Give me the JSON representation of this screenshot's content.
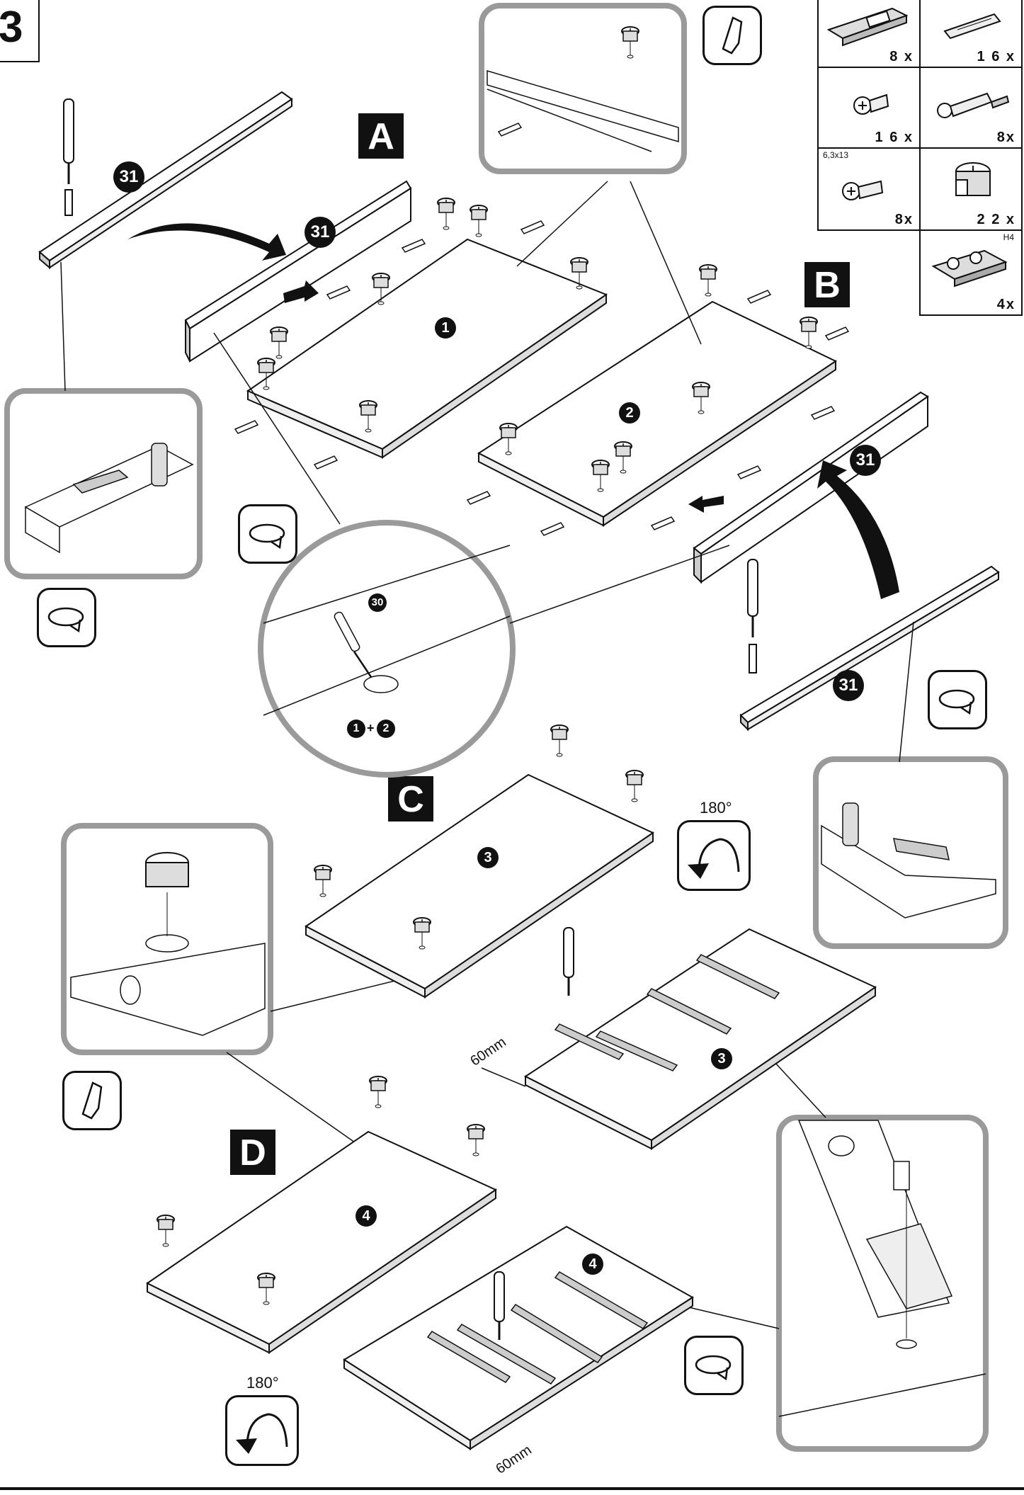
{
  "step": {
    "number": "3"
  },
  "section_labels": {
    "a": "A",
    "b": "B",
    "c": "C",
    "d": "D"
  },
  "panels": {
    "p1": "1",
    "p2": "2",
    "p3": "3",
    "p3b": "3",
    "p4": "4",
    "p4b": "4"
  },
  "part_refs": {
    "side1": "31",
    "side2": "31",
    "side3": "31",
    "side4": "31",
    "small30": "30"
  },
  "combo_label": {
    "first": "1",
    "plus": "+",
    "second": "2"
  },
  "parts": [
    {
      "name": "drawer-runner",
      "qty": "8 x"
    },
    {
      "name": "wooden-dowel",
      "qty": "1 6 x"
    },
    {
      "name": "screw-short",
      "qty": "1 6 x"
    },
    {
      "name": "cam-bolt",
      "qty": "8x"
    },
    {
      "name": "flange-screw",
      "qty": "8x",
      "size": "6,3x13"
    },
    {
      "name": "cam-lock",
      "qty": "2 2 x"
    },
    {
      "name": "hinge-plate",
      "qty": "4x",
      "code": "H4"
    }
  ],
  "rotation": {
    "deg_c": "180°",
    "deg_d": "180°"
  },
  "dimensions": {
    "upper": "60mm",
    "lower": "60mm"
  },
  "colors": {
    "frame": "#9a9a9a",
    "ink": "#111111"
  }
}
